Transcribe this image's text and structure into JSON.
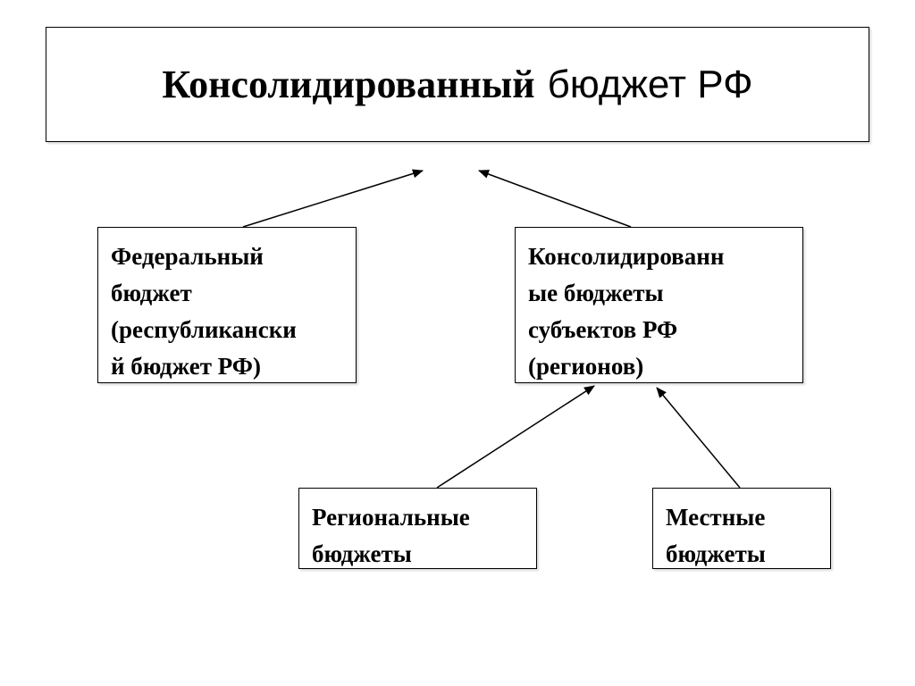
{
  "title": {
    "bold_part": "Консолидированный",
    "normal_part": "бюджет РФ"
  },
  "nodes": {
    "federal": {
      "lines": [
        "Федеральный",
        "бюджет",
        "(республикански",
        "й бюджет РФ)"
      ]
    },
    "regions": {
      "lines": [
        "Консолидированн",
        "ые бюджеты",
        "субъектов РФ",
        "(регионов)"
      ]
    },
    "regional": {
      "lines": [
        "Региональные",
        "бюджеты"
      ]
    },
    "local": {
      "lines": [
        "Местные",
        "бюджеты"
      ]
    }
  },
  "colors": {
    "line": "#000000",
    "text": "#000000",
    "background": "#ffffff"
  }
}
